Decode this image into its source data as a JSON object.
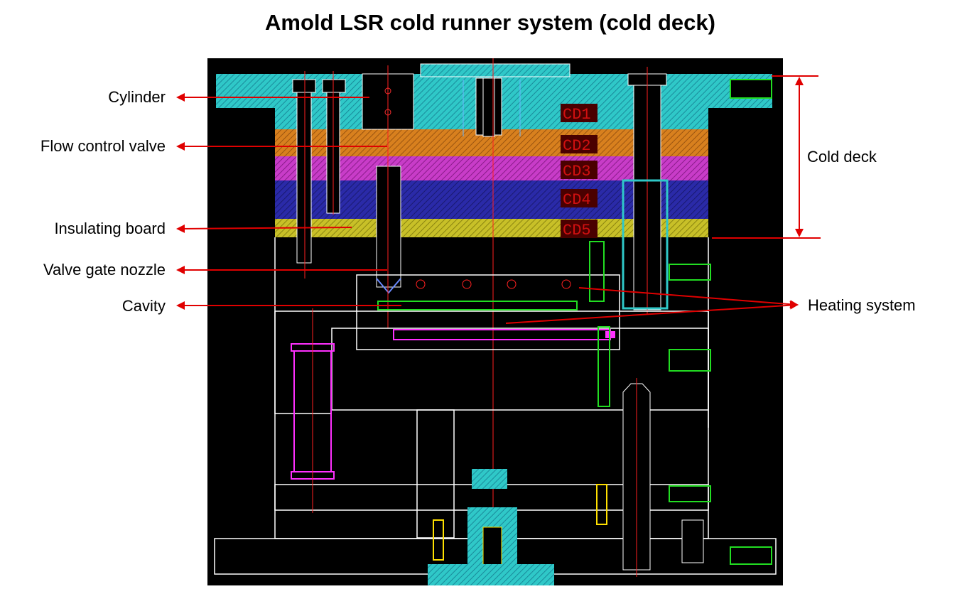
{
  "title": "Amold LSR cold runner system (cold deck)",
  "labels": {
    "cylinder": "Cylinder",
    "flow_control_valve": "Flow control valve",
    "insulating_board": "Insulating board",
    "valve_gate_nozzle": "Valve gate nozzle",
    "cavity": "Cavity",
    "heating_system": "Heating system",
    "cold_deck": "Cold deck"
  },
  "plates": {
    "cd1": "CD1",
    "cd2": "CD2",
    "cd3": "CD3",
    "cd4": "CD4",
    "cd5": "CD5"
  },
  "colors": {
    "arrow": "#e00000",
    "background": "#000000",
    "cd1": "#2fd0d0",
    "cd2": "#d07a1c",
    "cd3": "#c83cc8",
    "cd4": "#2a2aa8",
    "cd5": "#c8c028",
    "outline": "#ffffff",
    "centerline": "#ff2020",
    "green_part": "#22dd22",
    "magenta_part": "#ff30ff",
    "yellow_part": "#ffe000"
  }
}
